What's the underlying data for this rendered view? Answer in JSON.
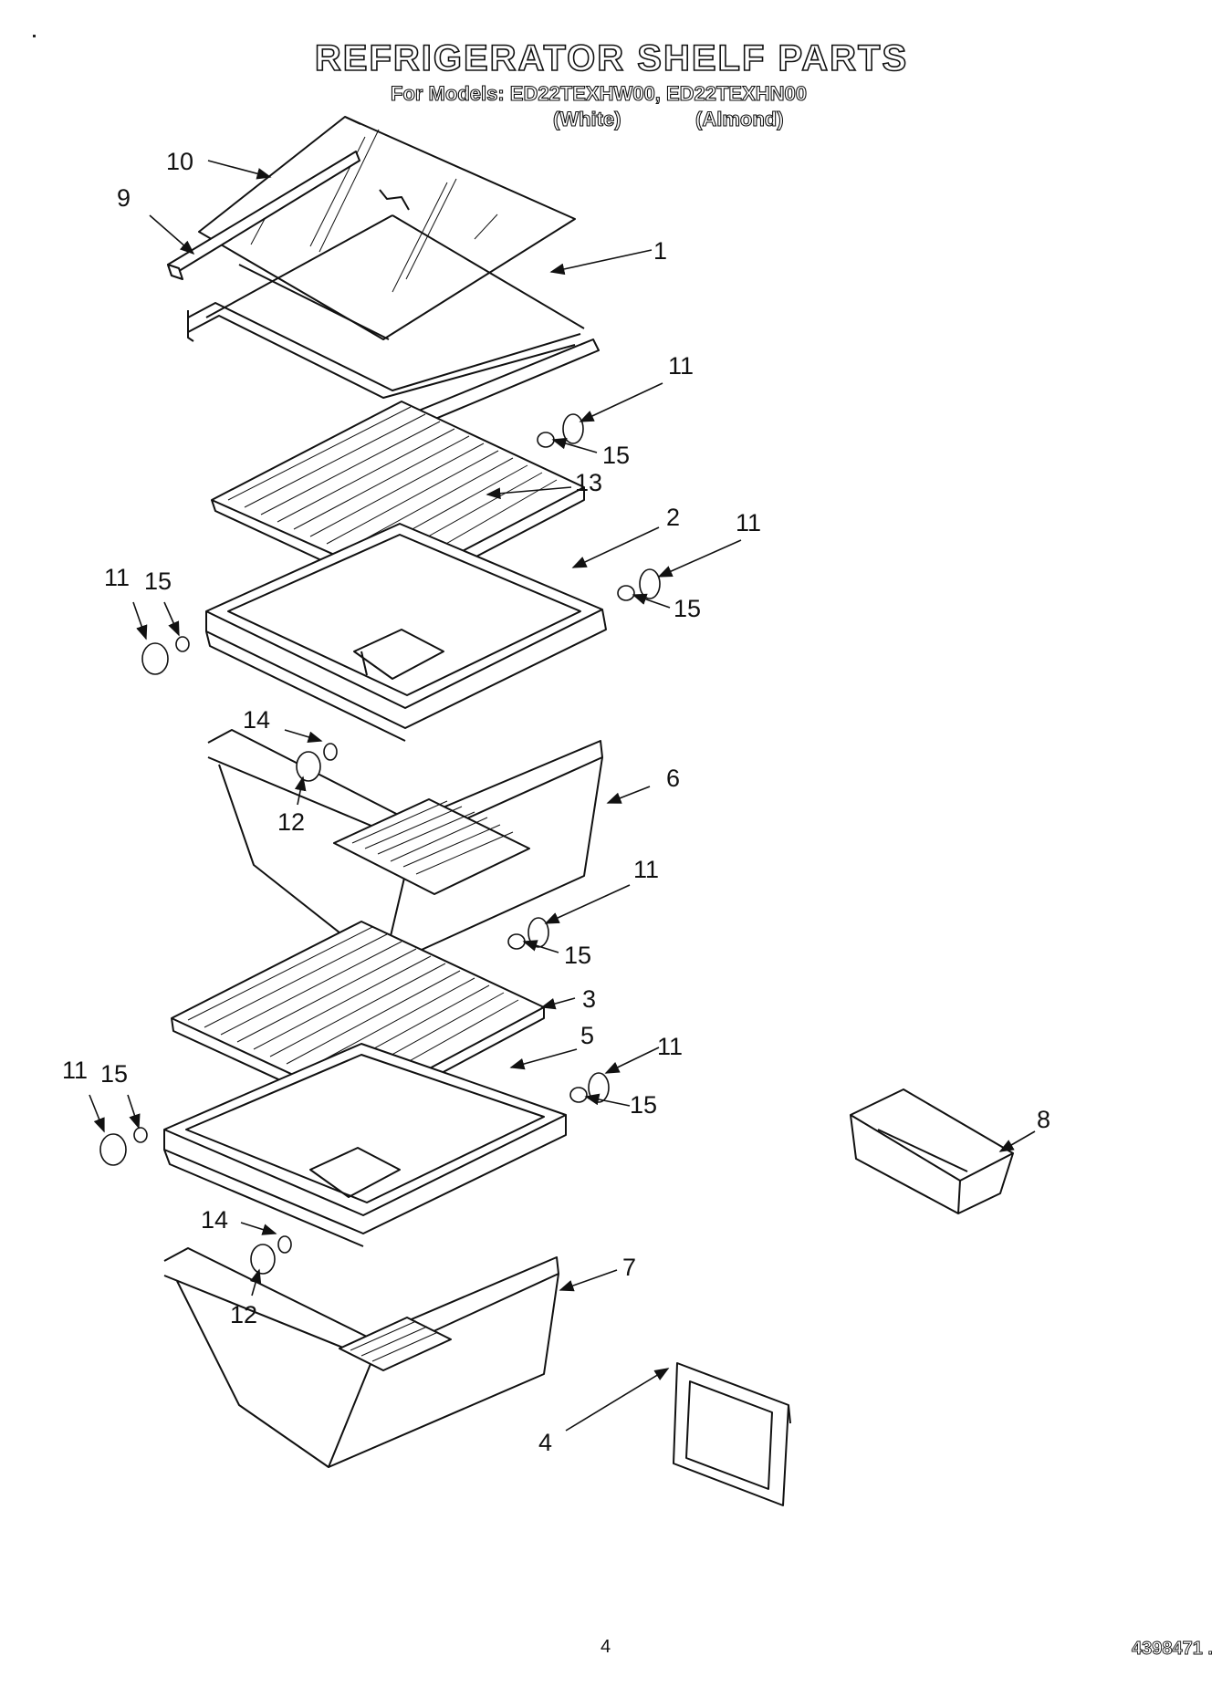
{
  "header": {
    "title": "REFRIGERATOR SHELF PARTS",
    "models_line": "For Models: ED22TEXHW00, ED22TEXHN00",
    "color_white": "(White)",
    "color_almond": "(Almond)"
  },
  "callouts": [
    "10",
    "9",
    "1",
    "11",
    "15",
    "13",
    "2",
    "11",
    "15",
    "11",
    "15",
    "14",
    "12",
    "6",
    "11",
    "15",
    "3",
    "5",
    "11",
    "15",
    "11",
    "15",
    "14",
    "12",
    "7",
    "4",
    "8"
  ],
  "footer": {
    "page_number": "4",
    "doc_number": "4398471 ."
  }
}
